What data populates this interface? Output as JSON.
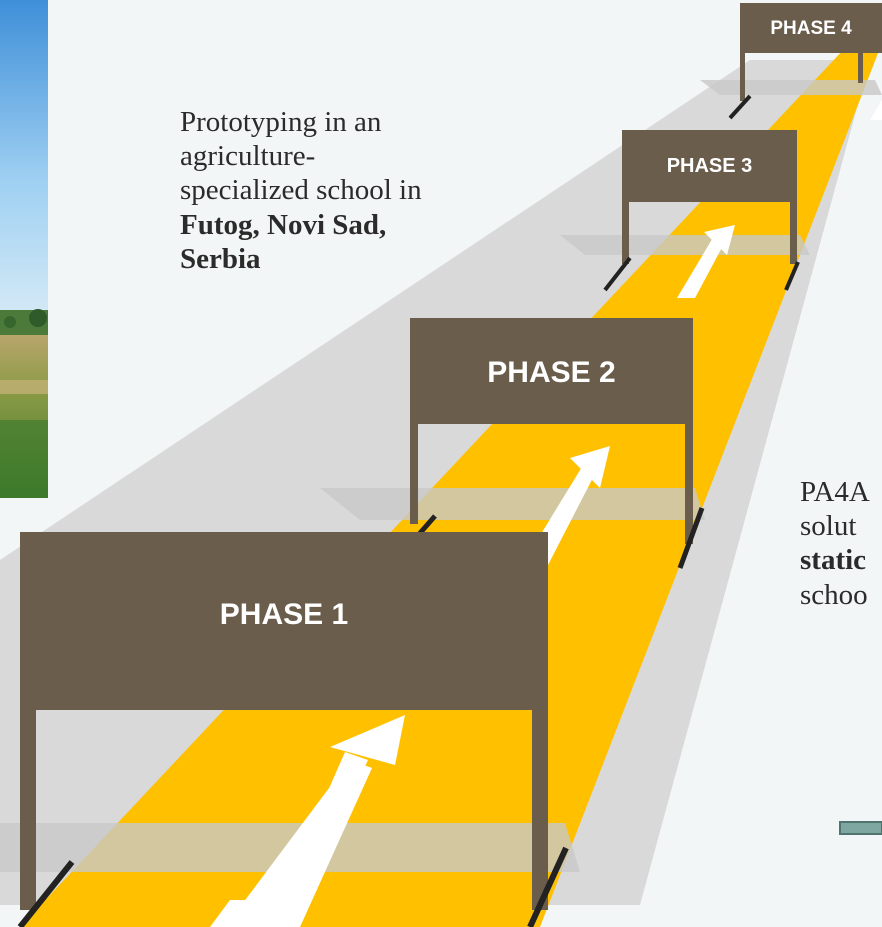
{
  "phases": [
    {
      "label": "PHASE 1"
    },
    {
      "label": "PHASE 2"
    },
    {
      "label": "PHASE 3"
    },
    {
      "label": "PHASE 4"
    }
  ],
  "left_text": {
    "line1": "Prototyping in an",
    "line2": "agriculture-",
    "line3": "specialized school in",
    "line4": "Futog, Novi Sad,",
    "line5": "Serbia"
  },
  "right_text": {
    "line1": "PA4A",
    "line2": "solut",
    "line3": "static",
    "line4": "schoo"
  },
  "colors": {
    "sign": "#6b5d4b",
    "road": "#ffc000",
    "road_shadow": "#d7d7d7",
    "background": "#f3f6f6",
    "arrow": "#ffffff"
  }
}
